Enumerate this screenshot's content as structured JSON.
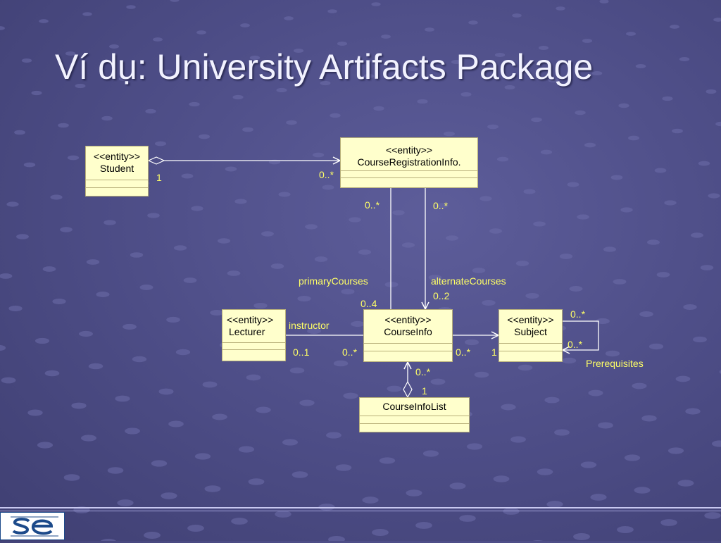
{
  "title": "Ví dụ: University Artifacts Package",
  "classes": {
    "student": {
      "stereotype": "<<entity>>",
      "name": "Student"
    },
    "registration": {
      "stereotype": "<<entity>>",
      "name": "CourseRegistrationInfo."
    },
    "lecturer": {
      "stereotype": "<<entity>>",
      "name": "Lecturer"
    },
    "courseinfo": {
      "stereotype": "<<entity>>",
      "name": "CourseInfo"
    },
    "subject": {
      "stereotype": "<<entity>>",
      "name": "Subject"
    },
    "courseinfolist": {
      "name": "CourseInfoList"
    }
  },
  "labels": {
    "student_mult": "1",
    "registration_mult": "0..*",
    "reg_primary_mult": "0..*",
    "reg_alternate_mult": "0..*",
    "primary_role": "primaryCourses",
    "alternate_role": "alternateCourses",
    "primary_mult": "0..4",
    "alternate_mult": "0..2",
    "instructor_role": "instructor",
    "lecturer_mult": "0..1",
    "course_lecturer_mult": "0..*",
    "course_subject_mult": "0..*",
    "subject_mult": "1",
    "prereq_top_mult": "0..*",
    "prereq_bottom_mult": "0..*",
    "prereq_role": "Prerequisites",
    "list_course_mult": "0..*",
    "list_mult": "1"
  },
  "colors": {
    "background": "#4c4c85",
    "class_fill": "#ffffcc",
    "label": "#ffff66",
    "line": "#ffffff",
    "title": "#f2f2ff"
  }
}
